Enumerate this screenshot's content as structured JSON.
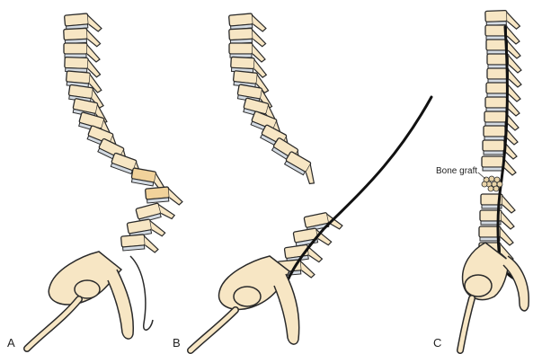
{
  "panels": [
    {
      "label": "A"
    },
    {
      "label": "B"
    },
    {
      "label": "C"
    }
  ],
  "annotation": {
    "bone_graft": "Bone graft"
  },
  "colors": {
    "bone": "#f7e6c4",
    "disc": "#d4dbe3",
    "wedge_vertebra": "#f1d29b",
    "outline": "#2a2a2a",
    "rod": "#111111"
  }
}
